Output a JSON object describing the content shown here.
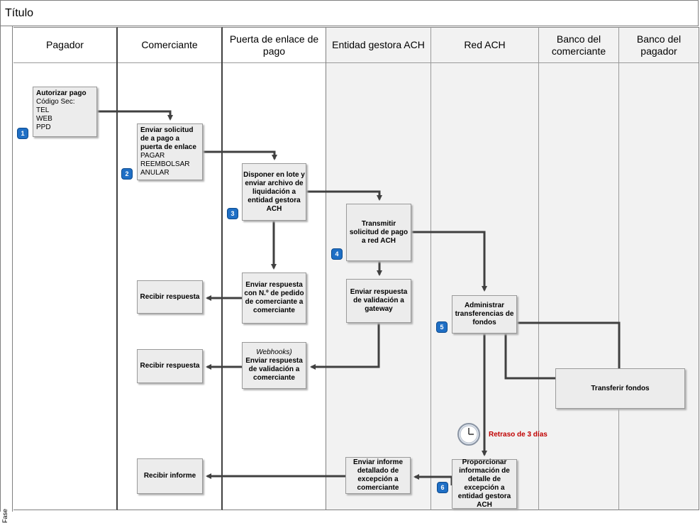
{
  "title": "Título",
  "phase_label": "Fase",
  "lanes": [
    {
      "label": "Pagador"
    },
    {
      "label": "Comerciante"
    },
    {
      "label": "Puerta de enlace de pago"
    },
    {
      "label": "Entidad gestora ACH"
    },
    {
      "label": "Red ACH"
    },
    {
      "label": "Banco del comerciante"
    },
    {
      "label": "Banco del pagador"
    }
  ],
  "steps": {
    "authorize": {
      "title": "Autorizar pago",
      "l1": "Código Sec:",
      "l2": "TEL",
      "l3": "WEB",
      "l4": "PPD",
      "badge": "1"
    },
    "send_request": {
      "title": "Enviar solicitud de a pago a puerta de enlace",
      "l1": "PAGAR",
      "l2": "REEMBOLSAR",
      "l3": "ANULAR",
      "badge": "2"
    },
    "batch": {
      "title": "Disponer en lote y enviar archivo de liquidación a entidad gestora ACH",
      "badge": "3"
    },
    "transmit": {
      "title": "Transmitir solicitud de pago a red ACH",
      "badge": "4"
    },
    "validation_gateway": {
      "title": "Enviar respuesta de validación a gateway"
    },
    "order_response": {
      "title": "Enviar respuesta con N.º de pedido de comerciante a comerciante"
    },
    "receive1": {
      "title": "Recibir respuesta"
    },
    "webhooks": {
      "italic": "Webhooks)",
      "title": "Enviar respuesta de validación a comerciante"
    },
    "receive2": {
      "title": "Recibir respuesta"
    },
    "manage": {
      "title": "Administrar transferencias de fondos",
      "badge": "5"
    },
    "transfer": {
      "title": "Transferir fondos"
    },
    "delay": {
      "label": "Retraso de 3 días"
    },
    "exception_info": {
      "title": "Proporcionar información de detalle de excepción a entidad gestora ACH",
      "badge": "6"
    },
    "exception_report": {
      "title": "Enviar informe detallado de excepción a comerciante"
    },
    "receive_report": {
      "title": "Recibir informe"
    }
  }
}
